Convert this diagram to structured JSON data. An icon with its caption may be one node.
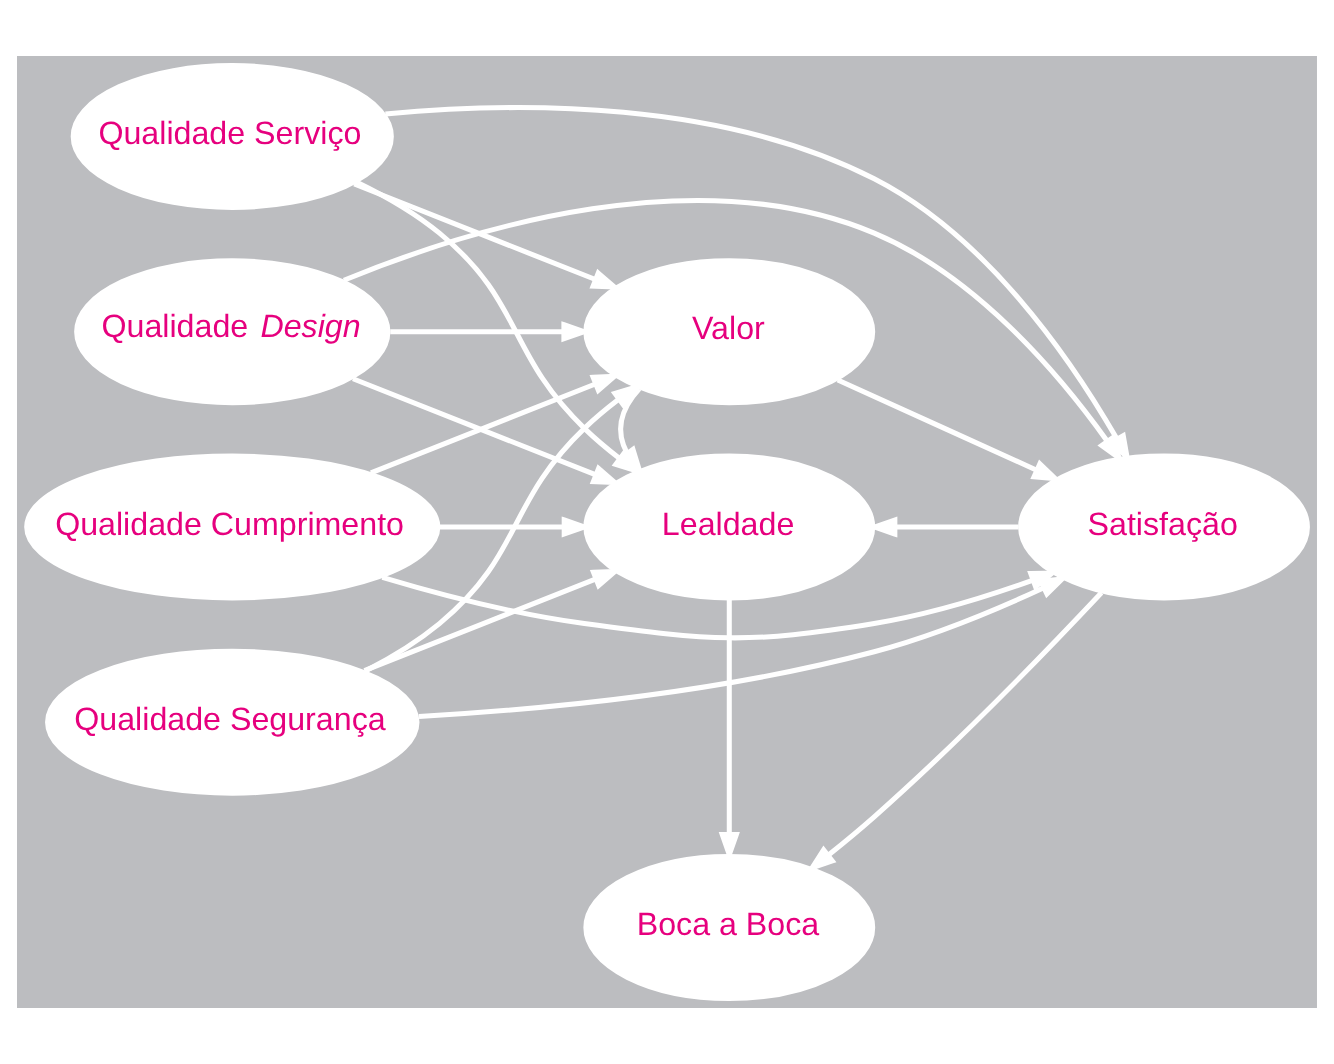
{
  "diagram": {
    "nodes": [
      {
        "text": [
          "Qualidade Serviço"
        ]
      },
      {
        "text": [
          "Qualidade *Design*"
        ]
      },
      {
        "text": [
          "Qualidade Cumprimento"
        ]
      },
      {
        "text": [
          "Qualidade Segurança"
        ]
      },
      {
        "text": [
          "Valor"
        ]
      },
      {
        "text": [
          "Lealdade"
        ]
      },
      {
        "text": [
          "Satisfação"
        ]
      },
      {
        "text": [
          "Boca a Boca"
        ]
      }
    ],
    "edges": [
      {
        "from": 0,
        "to": 4,
        "arrow": "to"
      },
      {
        "from": 0,
        "to": 5,
        "arrow": "to"
      },
      {
        "from": 0,
        "to": 6,
        "arrow": "to"
      },
      {
        "from": 1,
        "to": 4,
        "arrow": "to"
      },
      {
        "from": 1,
        "to": 5,
        "arrow": "to"
      },
      {
        "from": 1,
        "to": 6,
        "arrow": "to"
      },
      {
        "from": 2,
        "to": 4,
        "arrow": "to"
      },
      {
        "from": 2,
        "to": 5,
        "arrow": "to"
      },
      {
        "from": 2,
        "to": 6,
        "arrow": "to"
      },
      {
        "from": 3,
        "to": 4,
        "arrow": "to"
      },
      {
        "from": 3,
        "to": 5,
        "arrow": "to"
      },
      {
        "from": 3,
        "to": 6,
        "arrow": "to"
      },
      {
        "from": 4,
        "to": 5,
        "arrow": "to"
      },
      {
        "from": 4,
        "to": 6,
        "arrow": "to"
      },
      {
        "from": 5,
        "to": 7,
        "arrow": "to"
      },
      {
        "from": 6,
        "to": 7,
        "arrow": "to"
      },
      {
        "from": 6,
        "to": 5,
        "arrow": "to"
      }
    ]
  }
}
